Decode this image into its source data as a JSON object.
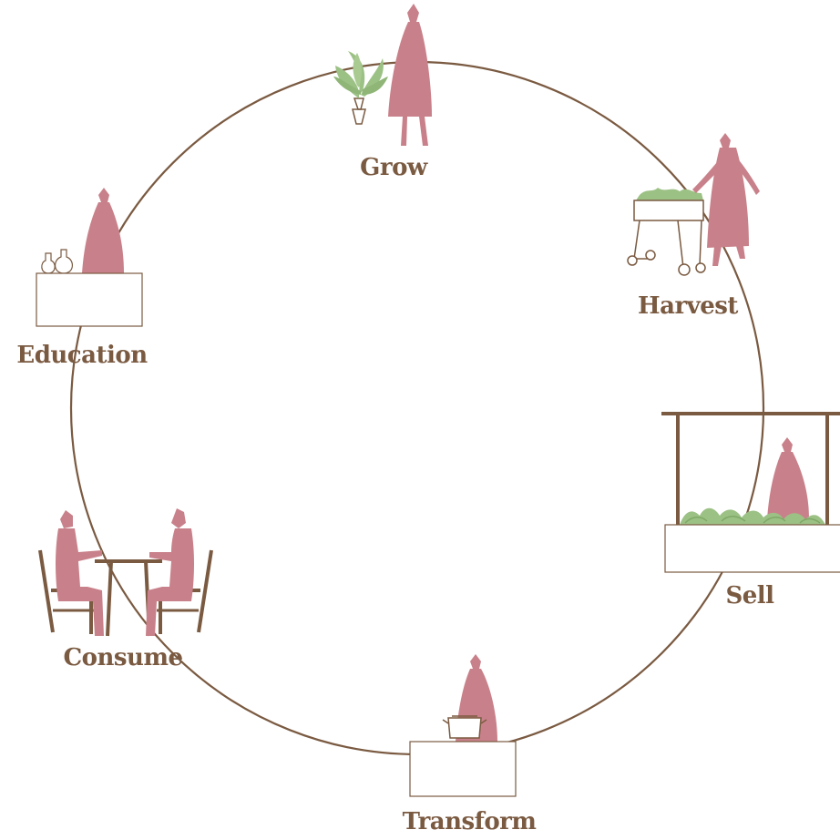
{
  "diagram": {
    "type": "cycle",
    "stages": [
      {
        "id": "grow",
        "label": "Grow"
      },
      {
        "id": "harvest",
        "label": "Harvest"
      },
      {
        "id": "sell",
        "label": "Sell"
      },
      {
        "id": "transform",
        "label": "Transform"
      },
      {
        "id": "consume",
        "label": "Consume"
      },
      {
        "id": "education",
        "label": "Education"
      }
    ]
  },
  "colors": {
    "ring": "#7a5a41",
    "figure": "#c8818a",
    "foliage": "#9cc185",
    "furniture": "#7a5a41",
    "label": "#7a5a41",
    "box_stroke": "#7a5a41",
    "background": "#ffffff"
  },
  "icons": {
    "grow": [
      "person-icon",
      "plant-icon"
    ],
    "harvest": [
      "person-icon",
      "cart-icon"
    ],
    "sell": [
      "person-icon",
      "market-stall-icon"
    ],
    "transform": [
      "person-icon",
      "pot-icon"
    ],
    "consume": [
      "person-icon",
      "table-icon",
      "chair-icon"
    ],
    "education": [
      "person-icon",
      "flask-icon"
    ]
  }
}
